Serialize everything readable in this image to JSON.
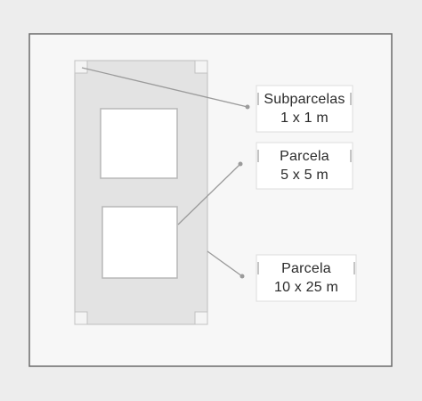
{
  "labels": {
    "subplots": {
      "line1": "Subparcelas",
      "line2": "1 x 1 m"
    },
    "plot_small": {
      "line1": "Parcela",
      "line2": "5 x 5 m"
    },
    "plot_large": {
      "line1": "Parcela",
      "line2": "10 x 25 m"
    }
  },
  "colors": {
    "page_background": "#ededed",
    "frame_fill": "#f7f7f7",
    "frame_border": "#6b6b6b",
    "plot_fill": "#e3e3e3",
    "inner_square_fill": "#ffffff",
    "leader_line": "#9b9b9b",
    "label_box": "#ffffff"
  }
}
